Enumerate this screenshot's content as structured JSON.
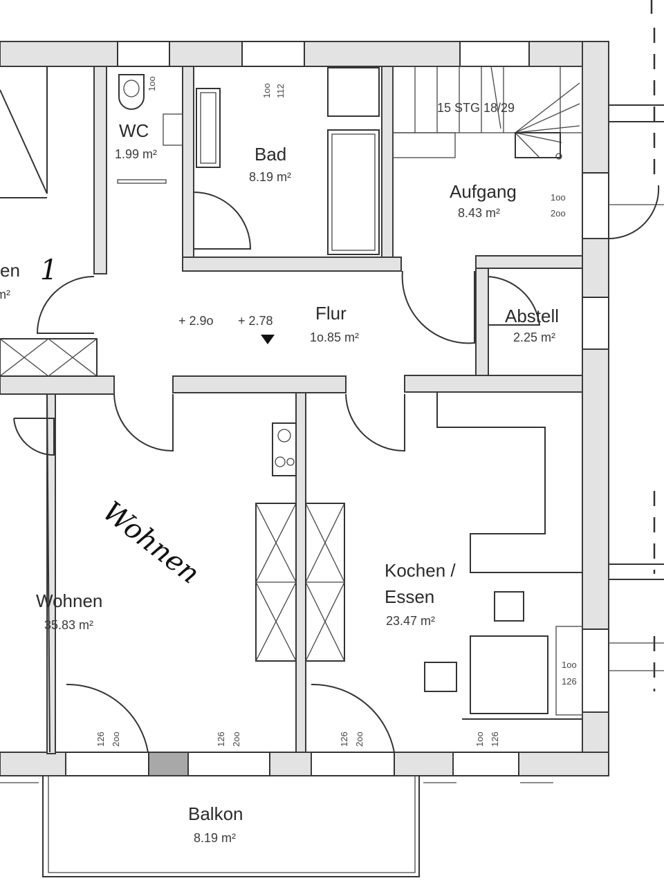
{
  "rooms": {
    "wc": {
      "name": "WC",
      "area": "1.99 m²"
    },
    "bad": {
      "name": "Bad",
      "area": "8.19 m²"
    },
    "aufgang": {
      "name": "Aufgang",
      "area": "8.43 m²"
    },
    "stairs": {
      "label": "15 STG 18/29"
    },
    "flur": {
      "name": "Flur",
      "area": "1o.85 m²",
      "levels": [
        "+ 2.9o",
        "+ 2.78"
      ]
    },
    "abstell": {
      "name": "Abstell",
      "area": "2.25 m²"
    },
    "wohnen": {
      "name": "Wohnen",
      "area": "35.83 m²",
      "handwritten": "Wohnen"
    },
    "kochen": {
      "name_line1": "Kochen /",
      "name_line2": "Essen",
      "area": "23.47 m²"
    },
    "balkon": {
      "name": "Balkon",
      "area": "8.19 m²"
    },
    "cut_left": {
      "name": "en",
      "area": "m²",
      "handwritten": "1"
    }
  },
  "dimensions": {
    "wc_window": [
      "1oo",
      ""
    ],
    "bad_window": [
      "1oo",
      "112"
    ],
    "aufgang_window": [
      "1oo",
      "2oo"
    ],
    "wohnen_door_left": [
      "126",
      "2oo"
    ],
    "wohnen_door_right": [
      "126",
      "2oo"
    ],
    "kochen_door": [
      "126",
      "2oo"
    ],
    "kochen_window_bottom": [
      "1oo",
      "126"
    ],
    "kochen_window_right": [
      "1oo",
      "126"
    ]
  }
}
